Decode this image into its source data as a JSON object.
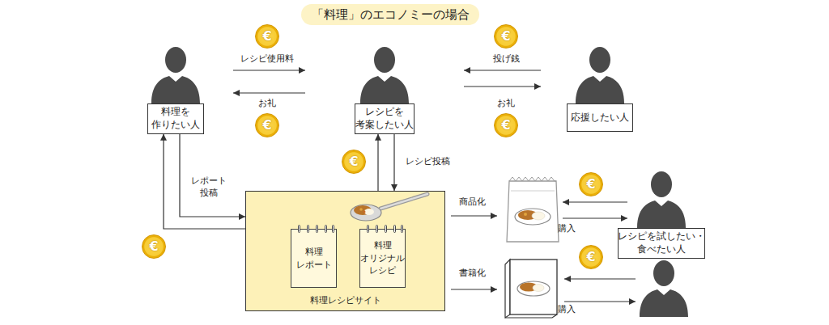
{
  "diagram": {
    "title": "「料理」のエコノミーの場合",
    "nodes": [
      {
        "text": [
          "料理を 作りたい人"
        ]
      },
      {
        "text": [
          "レシピを 考案したい人"
        ]
      },
      {
        "text": [
          "応援したい人"
        ]
      },
      {
        "text": [
          "料理レシピサイト"
        ]
      },
      {
        "text": [
          "料理 レポート"
        ],
        "in": 3
      },
      {
        "text": [
          "料理 オリジナル レシピ"
        ],
        "in": 3
      },
      {
        "text": [
          "レシピを試したい・ 食べたい人"
        ]
      }
    ],
    "edges": [
      {
        "from": 0,
        "to": 1,
        "label": "レシピ使用料",
        "arrow": "to"
      },
      {
        "from": 1,
        "to": 0,
        "label": "お礼",
        "arrow": "to"
      },
      {
        "from": 2,
        "to": 1,
        "label": "投げ銭",
        "arrow": "to"
      },
      {
        "from": 1,
        "to": 2,
        "label": "お礼",
        "arrow": "to"
      },
      {
        "from": 3,
        "to": 1,
        "arrow": "to"
      },
      {
        "from": 1,
        "to": 3,
        "label": "レシピ投稿",
        "arrow": "to"
      },
      {
        "from": 0,
        "to": 3,
        "label": "レポート 投稿",
        "arrow": "to"
      },
      {
        "from": 3,
        "to": 0,
        "arrow": "to"
      }
    ],
    "labels": [
      "€",
      "€",
      "€",
      "€",
      "€",
      "商品化",
      "€",
      "購入",
      "€",
      "€",
      "書籍化",
      "購入"
    ]
  }
}
